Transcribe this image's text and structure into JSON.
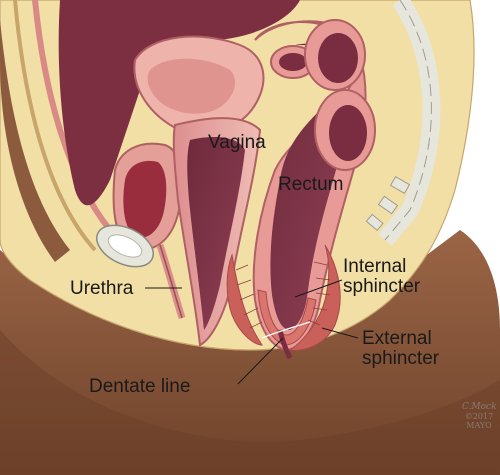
{
  "labels": {
    "vagina": "Vagina",
    "rectum": "Rectum",
    "urethra": "Urethra",
    "internal_sphincter": "Internal sphincter",
    "external_sphincter": "External sphincter",
    "dentate_line": "Dentate line"
  },
  "signature": {
    "artist": "C.Mock",
    "year": "©2017",
    "org": "MAYO"
  },
  "colors": {
    "skin": "#8c5a3c",
    "fat": "#f2dfa6",
    "tissue": "#e8a6a0",
    "organ": "#b55f6a",
    "cavity": "#7c3346",
    "muscle": "#c9605a"
  }
}
